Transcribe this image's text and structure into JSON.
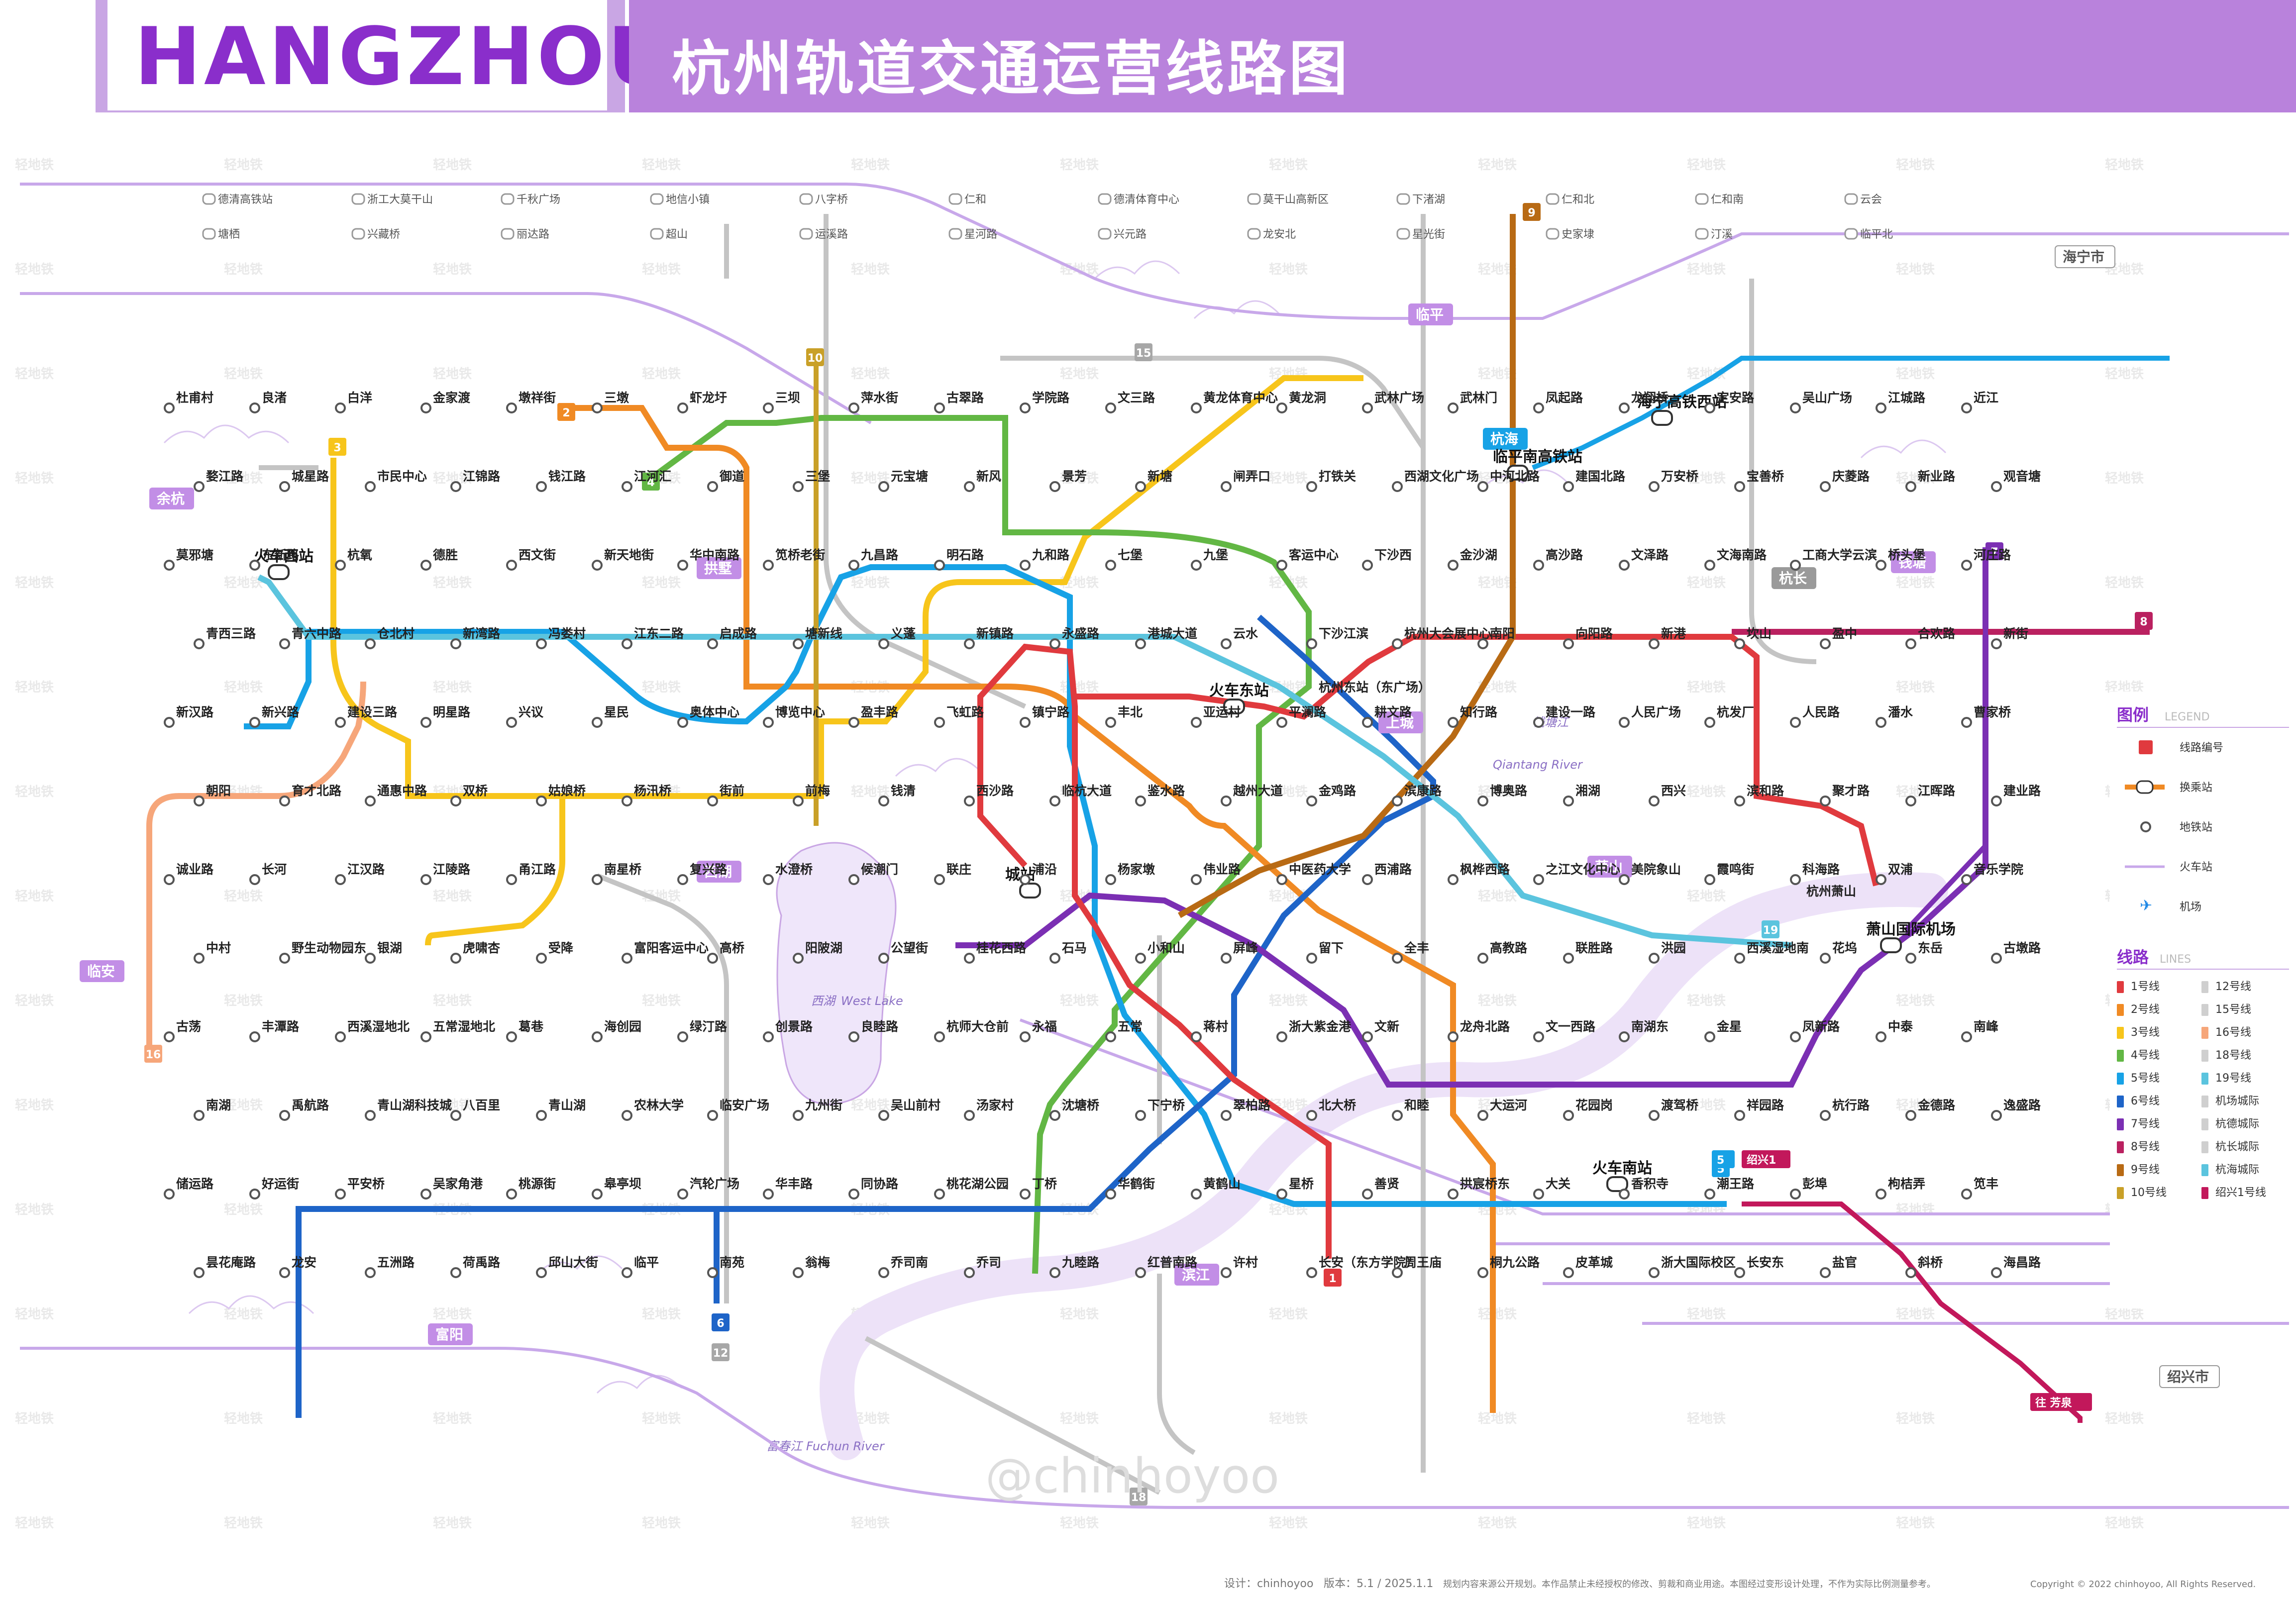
{
  "header": {
    "city": "HANGZHOU",
    "title": "杭州轨道交通运营线路图"
  },
  "colors": {
    "header_purple": "#b982dc",
    "title_purple": "#8a2ecb",
    "line1": "#e03a3e",
    "line2": "#f08a24",
    "line3": "#f7c51b",
    "line4": "#62b744",
    "line5": "#17a2e6",
    "line6": "#1e64c8",
    "line7": "#7b2fb3",
    "line8": "#ba2160",
    "line9": "#b86a14",
    "line10": "#c9a028",
    "line12": "#a7a7a7",
    "line16": "#f6a67a",
    "line19": "#5bc4de",
    "shaoxing1": "#c2185b",
    "rail": "#c8a8ea"
  },
  "districts": [
    {
      "name": "余杭"
    },
    {
      "name": "拱墅"
    },
    {
      "name": "临平"
    },
    {
      "name": "临安"
    },
    {
      "name": "西湖"
    },
    {
      "name": "上城"
    },
    {
      "name": "萧山"
    },
    {
      "name": "钱塘"
    },
    {
      "name": "滨江"
    },
    {
      "name": "富阳"
    },
    {
      "name": "杭海"
    },
    {
      "name": "杭长"
    },
    {
      "name": "海宁市"
    },
    {
      "name": "绍兴市"
    }
  ],
  "major_stations": [
    {
      "name": "火车西站"
    },
    {
      "name": "火车东站"
    },
    {
      "name": "城站"
    },
    {
      "name": "火车南站"
    },
    {
      "name": "萧山国际机场"
    },
    {
      "name": "海宁高铁西站"
    },
    {
      "name": "临平南高铁站"
    }
  ],
  "stations": [
    {
      "name": "杜甫村"
    },
    {
      "name": "良渚"
    },
    {
      "name": "白洋"
    },
    {
      "name": "金家渡"
    },
    {
      "name": "墩祥街"
    },
    {
      "name": "三墩"
    },
    {
      "name": "虾龙圩"
    },
    {
      "name": "三坝"
    },
    {
      "name": "萍水街"
    },
    {
      "name": "古翠路"
    },
    {
      "name": "学院路"
    },
    {
      "name": "文三路"
    },
    {
      "name": "黄龙体育中心"
    },
    {
      "name": "黄龙洞"
    },
    {
      "name": "武林广场"
    },
    {
      "name": "武林门"
    },
    {
      "name": "凤起路"
    },
    {
      "name": "龙翔桥"
    },
    {
      "name": "定安路"
    },
    {
      "name": "吴山广场"
    },
    {
      "name": "江城路"
    },
    {
      "name": "近江"
    },
    {
      "name": "婺江路"
    },
    {
      "name": "城星路"
    },
    {
      "name": "市民中心"
    },
    {
      "name": "江锦路"
    },
    {
      "name": "钱江路"
    },
    {
      "name": "江河汇"
    },
    {
      "name": "御道"
    },
    {
      "name": "三堡"
    },
    {
      "name": "元宝塘"
    },
    {
      "name": "新风"
    },
    {
      "name": "景芳"
    },
    {
      "name": "新塘"
    },
    {
      "name": "闸弄口"
    },
    {
      "name": "打铁关"
    },
    {
      "name": "西湖文化广场"
    },
    {
      "name": "中河北路"
    },
    {
      "name": "建国北路"
    },
    {
      "name": "万安桥"
    },
    {
      "name": "宝善桥"
    },
    {
      "name": "庆菱路"
    },
    {
      "name": "新业路"
    },
    {
      "name": "观音塘"
    },
    {
      "name": "莫邪塘"
    },
    {
      "name": "东新路"
    },
    {
      "name": "杭氧"
    },
    {
      "name": "德胜"
    },
    {
      "name": "西文街"
    },
    {
      "name": "新天地街"
    },
    {
      "name": "华中南路"
    },
    {
      "name": "笕桥老街"
    },
    {
      "name": "九昌路"
    },
    {
      "name": "明石路"
    },
    {
      "name": "九和路"
    },
    {
      "name": "七堡"
    },
    {
      "name": "九堡"
    },
    {
      "name": "客运中心"
    },
    {
      "name": "下沙西"
    },
    {
      "name": "金沙湖"
    },
    {
      "name": "高沙路"
    },
    {
      "name": "文泽路"
    },
    {
      "name": "文海南路"
    },
    {
      "name": "工商大学云滨"
    },
    {
      "name": "桥头堡"
    },
    {
      "name": "河庄路"
    },
    {
      "name": "青西三路"
    },
    {
      "name": "青六中路"
    },
    {
      "name": "仓北村"
    },
    {
      "name": "新湾路"
    },
    {
      "name": "冯娄村"
    },
    {
      "name": "江东二路"
    },
    {
      "name": "启成路"
    },
    {
      "name": "塘新线"
    },
    {
      "name": "义蓬"
    },
    {
      "name": "新镇路"
    },
    {
      "name": "永盛路"
    },
    {
      "name": "港城大道"
    },
    {
      "name": "云水"
    },
    {
      "name": "下沙江滨"
    },
    {
      "name": "杭州大会展中心"
    },
    {
      "name": "南阳"
    },
    {
      "name": "向阳路"
    },
    {
      "name": "新港"
    },
    {
      "name": "坎山"
    },
    {
      "name": "盈中"
    },
    {
      "name": "合欢路"
    },
    {
      "name": "新街"
    },
    {
      "name": "新汉路"
    },
    {
      "name": "新兴路"
    },
    {
      "name": "建设三路"
    },
    {
      "name": "明星路"
    },
    {
      "name": "兴议"
    },
    {
      "name": "星民"
    },
    {
      "name": "奥体中心"
    },
    {
      "name": "博览中心"
    },
    {
      "name": "盈丰路"
    },
    {
      "name": "飞虹路"
    },
    {
      "name": "镇宁路"
    },
    {
      "name": "丰北"
    },
    {
      "name": "亚运村"
    },
    {
      "name": "平澜路"
    },
    {
      "name": "耕文路"
    },
    {
      "name": "知行路"
    },
    {
      "name": "建设一路"
    },
    {
      "name": "人民广场"
    },
    {
      "name": "杭发厂"
    },
    {
      "name": "人民路"
    },
    {
      "name": "潘水"
    },
    {
      "name": "曹家桥"
    },
    {
      "name": "朝阳"
    },
    {
      "name": "育才北路"
    },
    {
      "name": "通惠中路"
    },
    {
      "name": "双桥"
    },
    {
      "name": "姑娘桥"
    },
    {
      "name": "杨汛桥"
    },
    {
      "name": "街前"
    },
    {
      "name": "前梅"
    },
    {
      "name": "钱清"
    },
    {
      "name": "西沙路"
    },
    {
      "name": "临杭大道"
    },
    {
      "name": "鉴水路"
    },
    {
      "name": "越州大道"
    },
    {
      "name": "金鸡路"
    },
    {
      "name": "滨康路"
    },
    {
      "name": "博奥路"
    },
    {
      "name": "湘湖"
    },
    {
      "name": "西兴"
    },
    {
      "name": "滨和路"
    },
    {
      "name": "聚才路"
    },
    {
      "name": "江晖路"
    },
    {
      "name": "建业路"
    },
    {
      "name": "诚业路"
    },
    {
      "name": "长河"
    },
    {
      "name": "江汉路"
    },
    {
      "name": "江陵路"
    },
    {
      "name": "甬江路"
    },
    {
      "name": "南星桥"
    },
    {
      "name": "复兴路"
    },
    {
      "name": "水澄桥"
    },
    {
      "name": "候潮门"
    },
    {
      "name": "联庄"
    },
    {
      "name": "浦沿"
    },
    {
      "name": "杨家墩"
    },
    {
      "name": "伟业路"
    },
    {
      "name": "中医药大学"
    },
    {
      "name": "西浦路"
    },
    {
      "name": "枫桦西路"
    },
    {
      "name": "之江文化中心"
    },
    {
      "name": "美院象山"
    },
    {
      "name": "霞鸣街"
    },
    {
      "name": "科海路"
    },
    {
      "name": "双浦"
    },
    {
      "name": "音乐学院"
    },
    {
      "name": "中村"
    },
    {
      "name": "野生动物园东"
    },
    {
      "name": "银湖"
    },
    {
      "name": "虎啸杏"
    },
    {
      "name": "受降"
    },
    {
      "name": "富阳客运中心"
    },
    {
      "name": "高桥"
    },
    {
      "name": "阳陂湖"
    },
    {
      "name": "公望街"
    },
    {
      "name": "桂花西路"
    },
    {
      "name": "石马"
    },
    {
      "name": "小和山"
    },
    {
      "name": "屏峰"
    },
    {
      "name": "留下"
    },
    {
      "name": "全丰"
    },
    {
      "name": "高教路"
    },
    {
      "name": "联胜路"
    },
    {
      "name": "洪园"
    },
    {
      "name": "西溪湿地南"
    },
    {
      "name": "花坞"
    },
    {
      "name": "东岳"
    },
    {
      "name": "古墩路"
    },
    {
      "name": "古荡"
    },
    {
      "name": "丰潭路"
    },
    {
      "name": "西溪湿地北"
    },
    {
      "name": "五常湿地北"
    },
    {
      "name": "葛巷"
    },
    {
      "name": "海创园"
    },
    {
      "name": "绿汀路"
    },
    {
      "name": "创景路"
    },
    {
      "name": "良睦路"
    },
    {
      "name": "杭师大仓前"
    },
    {
      "name": "永福"
    },
    {
      "name": "五常"
    },
    {
      "name": "蒋村"
    },
    {
      "name": "浙大紫金港"
    },
    {
      "name": "文新"
    },
    {
      "name": "龙舟北路"
    },
    {
      "name": "文一西路"
    },
    {
      "name": "南湖东"
    },
    {
      "name": "金星"
    },
    {
      "name": "凤新路"
    },
    {
      "name": "中泰"
    },
    {
      "name": "南峰"
    },
    {
      "name": "南湖"
    },
    {
      "name": "禹航路"
    },
    {
      "name": "青山湖科技城"
    },
    {
      "name": "八百里"
    },
    {
      "name": "青山湖"
    },
    {
      "name": "农林大学"
    },
    {
      "name": "临安广场"
    },
    {
      "name": "九州街"
    },
    {
      "name": "吴山前村"
    },
    {
      "name": "汤家村"
    },
    {
      "name": "沈塘桥"
    },
    {
      "name": "下宁桥"
    },
    {
      "name": "翠柏路"
    },
    {
      "name": "北大桥"
    },
    {
      "name": "和睦"
    },
    {
      "name": "大运河"
    },
    {
      "name": "花园岗"
    },
    {
      "name": "渡驾桥"
    },
    {
      "name": "祥园路"
    },
    {
      "name": "杭行路"
    },
    {
      "name": "金德路"
    },
    {
      "name": "逸盛路"
    },
    {
      "name": "储运路"
    },
    {
      "name": "好运街"
    },
    {
      "name": "平安桥"
    },
    {
      "name": "吴家角港"
    },
    {
      "name": "桃源街"
    },
    {
      "name": "皋亭坝"
    },
    {
      "name": "汽轮广场"
    },
    {
      "name": "华丰路"
    },
    {
      "name": "同协路"
    },
    {
      "name": "桃花湖公园"
    },
    {
      "name": "丁桥"
    },
    {
      "name": "华鹤街"
    },
    {
      "name": "黄鹤山"
    },
    {
      "name": "星桥"
    },
    {
      "name": "善贤"
    },
    {
      "name": "拱宸桥东"
    },
    {
      "name": "大关"
    },
    {
      "name": "香积寺"
    },
    {
      "name": "潮王路"
    },
    {
      "name": "彭埠"
    },
    {
      "name": "枸桔弄"
    },
    {
      "name": "笕丰"
    },
    {
      "name": "昙花庵路"
    },
    {
      "name": "龙安"
    },
    {
      "name": "五洲路"
    },
    {
      "name": "荷禹路"
    },
    {
      "name": "邱山大街"
    },
    {
      "name": "临平"
    },
    {
      "name": "南苑"
    },
    {
      "name": "翁梅"
    },
    {
      "name": "乔司南"
    },
    {
      "name": "乔司"
    },
    {
      "name": "九睦路"
    },
    {
      "name": "红普南路"
    },
    {
      "name": "许村"
    },
    {
      "name": "长安（东方学院）"
    },
    {
      "name": "周王庙"
    },
    {
      "name": "桐九公路"
    },
    {
      "name": "皮革城"
    },
    {
      "name": "浙大国际校区"
    },
    {
      "name": "长安东"
    },
    {
      "name": "盐官"
    },
    {
      "name": "斜桥"
    },
    {
      "name": "海昌路"
    }
  ],
  "rail_stations": [
    {
      "name": "德清高铁站"
    },
    {
      "name": "浙工大莫干山"
    },
    {
      "name": "千秋广场"
    },
    {
      "name": "地信小镇"
    },
    {
      "name": "八字桥"
    },
    {
      "name": "仁和"
    },
    {
      "name": "德清体育中心"
    },
    {
      "name": "莫干山高新区"
    },
    {
      "name": "下渚湖"
    },
    {
      "name": "仁和北"
    },
    {
      "name": "仁和南"
    },
    {
      "name": "云会"
    },
    {
      "name": "塘栖"
    },
    {
      "name": "兴藏桥"
    },
    {
      "name": "丽达路"
    },
    {
      "name": "超山"
    },
    {
      "name": "运溪路"
    },
    {
      "name": "星河路"
    },
    {
      "name": "兴元路"
    },
    {
      "name": "龙安北"
    },
    {
      "name": "星光街"
    },
    {
      "name": "史家埭"
    },
    {
      "name": "汀溪"
    },
    {
      "name": "临平北"
    }
  ],
  "line_badges": [
    "1",
    "2",
    "3",
    "4",
    "5",
    "6",
    "7",
    "8",
    "9",
    "10",
    "12",
    "15",
    "16",
    "18",
    "19"
  ],
  "special_badges": [
    {
      "num": "5"
    },
    {
      "num": "绍兴1"
    },
    {
      "terminus": "往 芳泉"
    }
  ],
  "labels": {
    "west_lake": "西湖",
    "west_lake_en": "West Lake",
    "qiantang": "钱塘江",
    "qiantang_en": "Qiantang River",
    "fuchun": "富春江",
    "fuchun_en": "Fuchun River",
    "airport": "杭州萧山",
    "hzxs_east": "杭州东站（东广场）"
  },
  "legend": {
    "title": "图例",
    "title_en": "LEGEND",
    "items": [
      {
        "label": "线路编号"
      },
      {
        "label": "换乘站"
      },
      {
        "label": "地铁站"
      },
      {
        "label": "火车站"
      },
      {
        "label": "机场"
      }
    ],
    "items_left": [
      {
        "label": "凤起路"
      },
      {
        "label": "龙翔桥"
      },
      {
        "label": "杭州"
      },
      {
        "label": "杭州萧山"
      }
    ],
    "lines_title": "线路",
    "lines_title_en": "LINES",
    "lines_left": [
      {
        "label": "1号线",
        "color": "#e03a3e"
      },
      {
        "label": "2号线",
        "color": "#f08a24"
      },
      {
        "label": "3号线",
        "color": "#f7c51b"
      },
      {
        "label": "4号线",
        "color": "#62b744"
      },
      {
        "label": "5号线",
        "color": "#17a2e6"
      },
      {
        "label": "6号线",
        "color": "#1e64c8"
      },
      {
        "label": "7号线",
        "color": "#7b2fb3"
      },
      {
        "label": "8号线",
        "color": "#ba2160"
      },
      {
        "label": "9号线",
        "color": "#b86a14"
      },
      {
        "label": "10号线",
        "color": "#c9a028"
      }
    ],
    "lines_right": [
      {
        "label": "12号线",
        "color": "#cfcfcf"
      },
      {
        "label": "15号线",
        "color": "#cfcfcf"
      },
      {
        "label": "16号线",
        "color": "#f6a67a"
      },
      {
        "label": "18号线",
        "color": "#cfcfcf"
      },
      {
        "label": "19号线",
        "color": "#5bc4de"
      },
      {
        "label": "机场城际",
        "color": "#cfcfcf"
      },
      {
        "label": "杭德城际",
        "color": "#cfcfcf"
      },
      {
        "label": "杭长城际",
        "color": "#cfcfcf"
      },
      {
        "label": "杭海城际",
        "color": "#5bc4de"
      },
      {
        "label": "绍兴1号线",
        "color": "#c2185b"
      }
    ]
  },
  "footer": {
    "watermark": "@chinhoyoo",
    "design": "设计：chinhoyoo",
    "version": "版本：5.1 / 2025.1.1",
    "note": "规划内容来源公开规划。本作品禁止未经授权的修改、剪裁和商业用途。本图经过变形设计处理，不作为实际比例测量参考。",
    "copyright": "Copyright © 2022 chinhoyoo, All Rights Reserved."
  },
  "watermark_text": "轻地铁"
}
